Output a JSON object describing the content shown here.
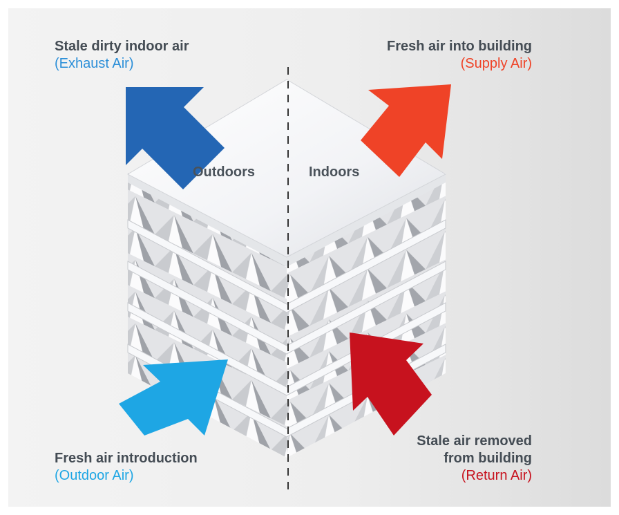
{
  "labels": {
    "exhaust": {
      "title": "Stale dirty indoor air",
      "sub": "(Exhaust Air)"
    },
    "supply": {
      "title": "Fresh air into building",
      "sub": "(Supply Air)"
    },
    "outdoor": {
      "title": "Fresh air introduction",
      "sub": "(Outdoor Air)"
    },
    "return": {
      "title_line1": "Stale air removed",
      "title_line2": "from building",
      "sub": "(Return Air)"
    }
  },
  "zones": {
    "outdoors": "Outdoors",
    "indoors": "Indoors"
  },
  "colors": {
    "exhaust": "#2466b4",
    "supply": "#ef4327",
    "outdoor": "#1ea6e4",
    "return": "#c7121e",
    "text": "#444c54"
  }
}
